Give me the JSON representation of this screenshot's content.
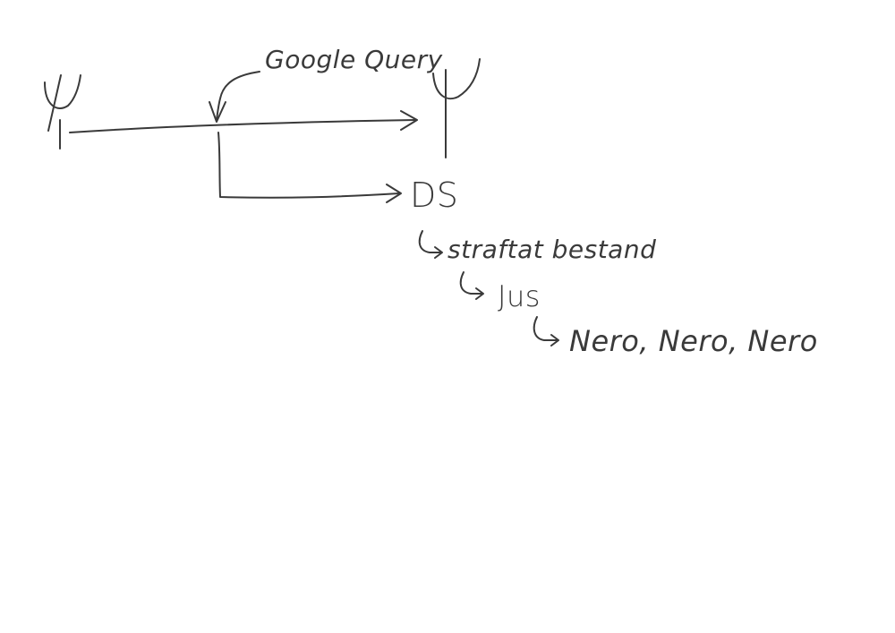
{
  "diagram": {
    "query_label": "Google Query",
    "target_label": "DS",
    "hierarchy": [
      {
        "level": 1,
        "text": "straftat bestand"
      },
      {
        "level": 2,
        "text": "Jus"
      },
      {
        "level": 3,
        "text": "Nero, Nero, Nero"
      }
    ],
    "stroke_color": "#3a3a3a",
    "background_color": "#ffffff"
  }
}
